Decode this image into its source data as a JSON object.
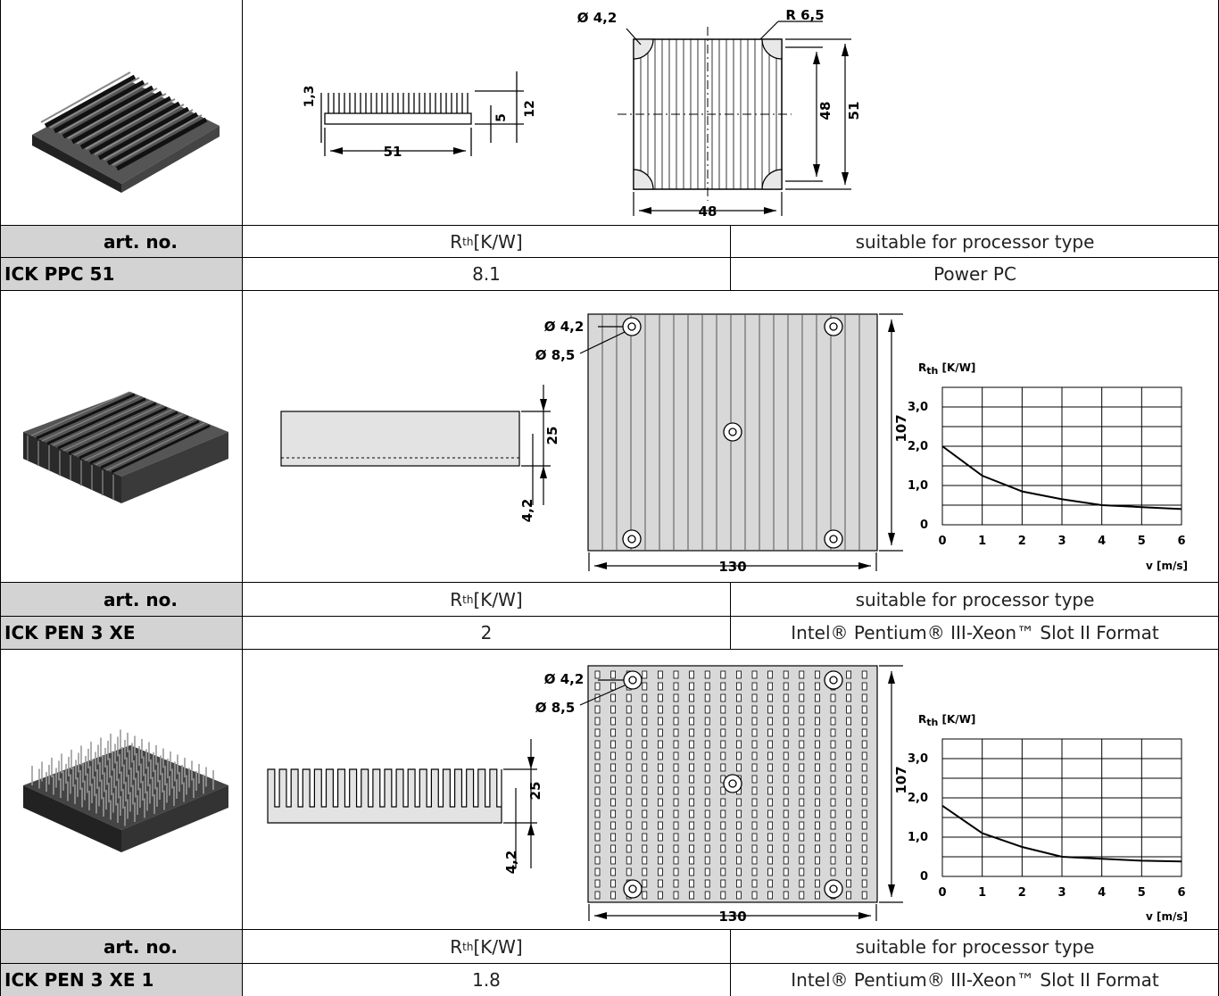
{
  "header": {
    "art_no_label": "art. no.",
    "rth_label": "R",
    "rth_sub": "th",
    "rth_unit": " [K/W]",
    "suitable_label": "suitable for processor type"
  },
  "products": [
    {
      "art_no": "ICK PPC 51",
      "rth": "8.1",
      "processor": "Power PC",
      "dims": {
        "hole": "Ø 4,2",
        "radius": "R 6,5",
        "d13": "1,3",
        "d51": "51",
        "d5": "5",
        "d12": "12",
        "d48": "48",
        "d48b": "48",
        "d51b": "51"
      }
    },
    {
      "art_no": "ICK PEN 3 XE",
      "rth": "2",
      "processor": "Intel® Pentium® III-Xeon™ Slot II Format",
      "dims": {
        "hole1": "Ø 4,2",
        "hole2": "Ø 8,5",
        "d25": "25",
        "d42": "4,2",
        "d107": "107",
        "d130": "130"
      },
      "graph": {
        "ylabel": "R",
        "ysub": "th",
        "yunit": " [K/W]",
        "xlabel": "v [m/s]",
        "yticks": [
          "3,0",
          "2,0",
          "1,0",
          "0"
        ],
        "xticks": [
          "0",
          "1",
          "2",
          "3",
          "4",
          "5",
          "6"
        ]
      }
    },
    {
      "art_no": "ICK PEN 3 XE 1",
      "rth": "1.8",
      "processor": "Intel® Pentium® III-Xeon™ Slot II Format",
      "dims": {
        "hole1": "Ø 4,2",
        "hole2": "Ø 8,5",
        "d25": "25",
        "d42": "4,2",
        "d107": "107",
        "d130": "130"
      },
      "graph": {
        "ylabel": "R",
        "ysub": "th",
        "yunit": " [K/W]",
        "xlabel": "v [m/s]",
        "yticks": [
          "3,0",
          "2,0",
          "1,0",
          "0"
        ],
        "xticks": [
          "0",
          "1",
          "2",
          "3",
          "4",
          "5",
          "6"
        ]
      }
    }
  ],
  "chart_data": [
    {
      "type": "line",
      "xlabel": "v [m/s]",
      "ylabel": "Rth [K/W]",
      "xlim": [
        0,
        6
      ],
      "ylim": [
        0,
        3.5
      ],
      "grid": true,
      "x": [
        0,
        1,
        2,
        3,
        4,
        5,
        6
      ],
      "y": [
        2.0,
        1.25,
        0.85,
        0.65,
        0.5,
        0.45,
        0.4
      ]
    },
    {
      "type": "line",
      "xlabel": "v [m/s]",
      "ylabel": "Rth [K/W]",
      "xlim": [
        0,
        6
      ],
      "ylim": [
        0,
        3.5
      ],
      "grid": true,
      "x": [
        0,
        1,
        2,
        3,
        4,
        5,
        6
      ],
      "y": [
        1.8,
        1.1,
        0.75,
        0.5,
        0.45,
        0.4,
        0.38
      ]
    }
  ]
}
